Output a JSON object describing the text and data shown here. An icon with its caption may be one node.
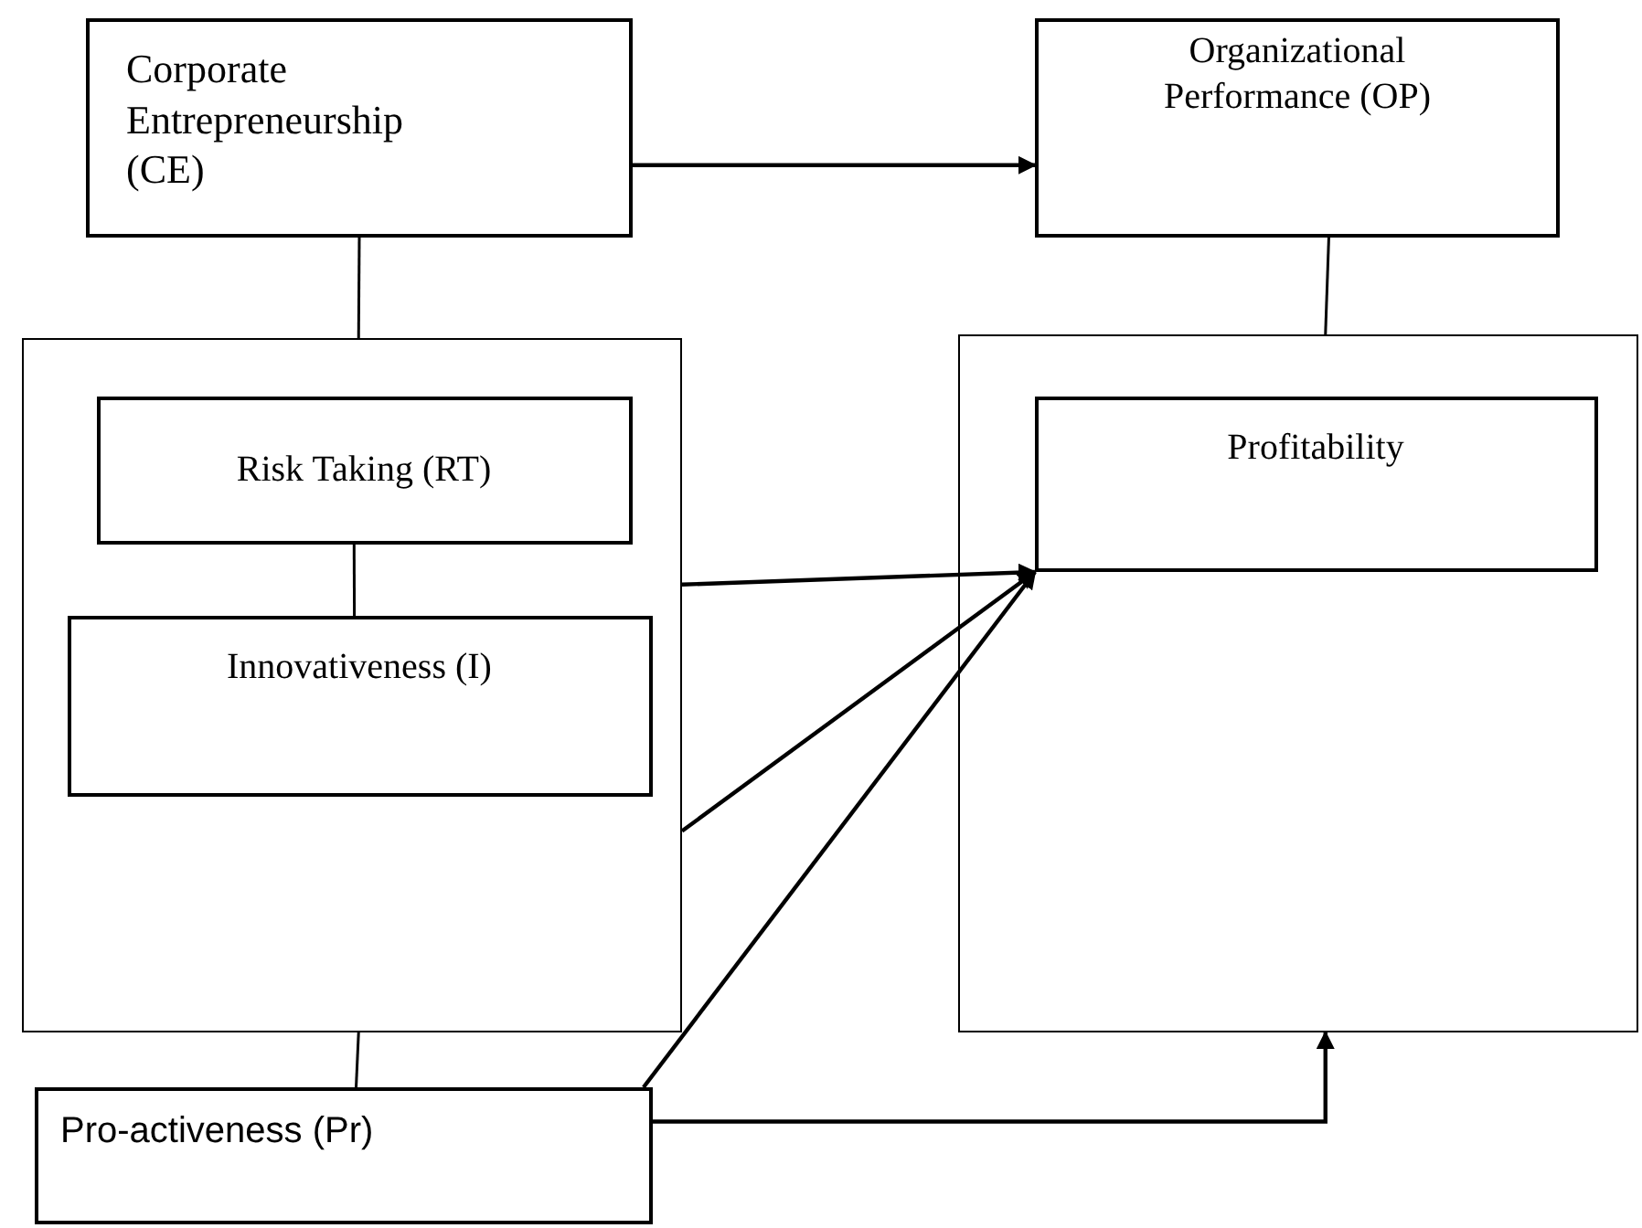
{
  "diagram": {
    "nodes": [
      {
        "text": [
          "Corporate Entrepreneurship (CE)"
        ]
      },
      {
        "text": [
          "Organizational Performance (OP)"
        ]
      },
      {
        "text": [],
        "shape": "box"
      },
      {
        "text": [
          "Risk Taking (RT)"
        ],
        "in": 2
      },
      {
        "text": [
          "Innovativeness (I)"
        ],
        "in": 2
      },
      {
        "text": [],
        "shape": "box"
      },
      {
        "text": [
          "Profitability"
        ],
        "in": 5
      },
      {
        "text": [
          "Pro-activeness (Pr)"
        ]
      }
    ],
    "edges": [
      {
        "from": 0,
        "to": 1,
        "arrow": "to"
      },
      {
        "from": 0,
        "to": 2,
        "arrow": "none"
      },
      {
        "from": 1,
        "to": 5,
        "arrow": "none"
      },
      {
        "from": 3,
        "to": 4,
        "arrow": "none"
      },
      {
        "from": 2,
        "to": 6,
        "arrow": "to"
      },
      {
        "from": 2,
        "to": 6,
        "arrow": "to"
      },
      {
        "from": 7,
        "to": 6,
        "arrow": "to"
      },
      {
        "from": 7,
        "to": 5,
        "arrow": "to"
      },
      {
        "from": 2,
        "to": 7,
        "arrow": "none"
      }
    ]
  }
}
